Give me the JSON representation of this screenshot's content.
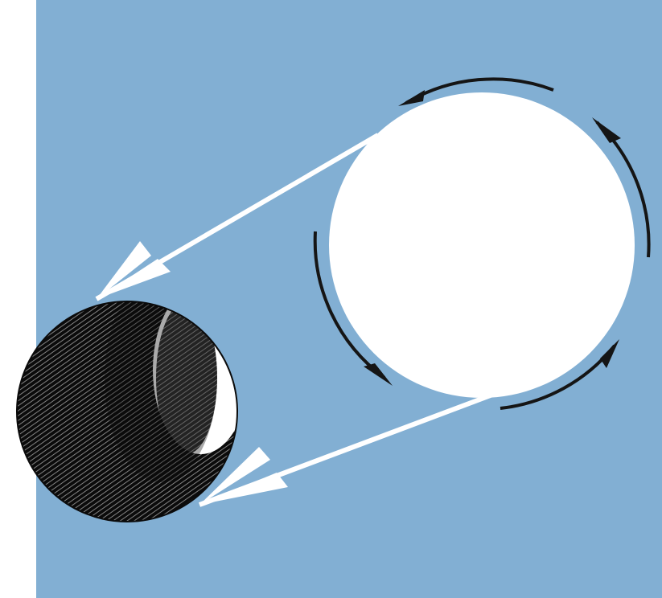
{
  "illustration": {
    "colors": {
      "page": "#ffffff",
      "sky": "#82afd3",
      "sun": "#ffffff",
      "planet_dark": "#0b0b0b",
      "planet_lit": "#ffffff",
      "orbit_arrows": "#151515",
      "ray_arrows": "#ffffff"
    },
    "elements": {
      "light_source": "sun-disc",
      "rotation_arrows": 4,
      "light_rays": 2,
      "illuminated_body": "hatched-sphere"
    }
  }
}
